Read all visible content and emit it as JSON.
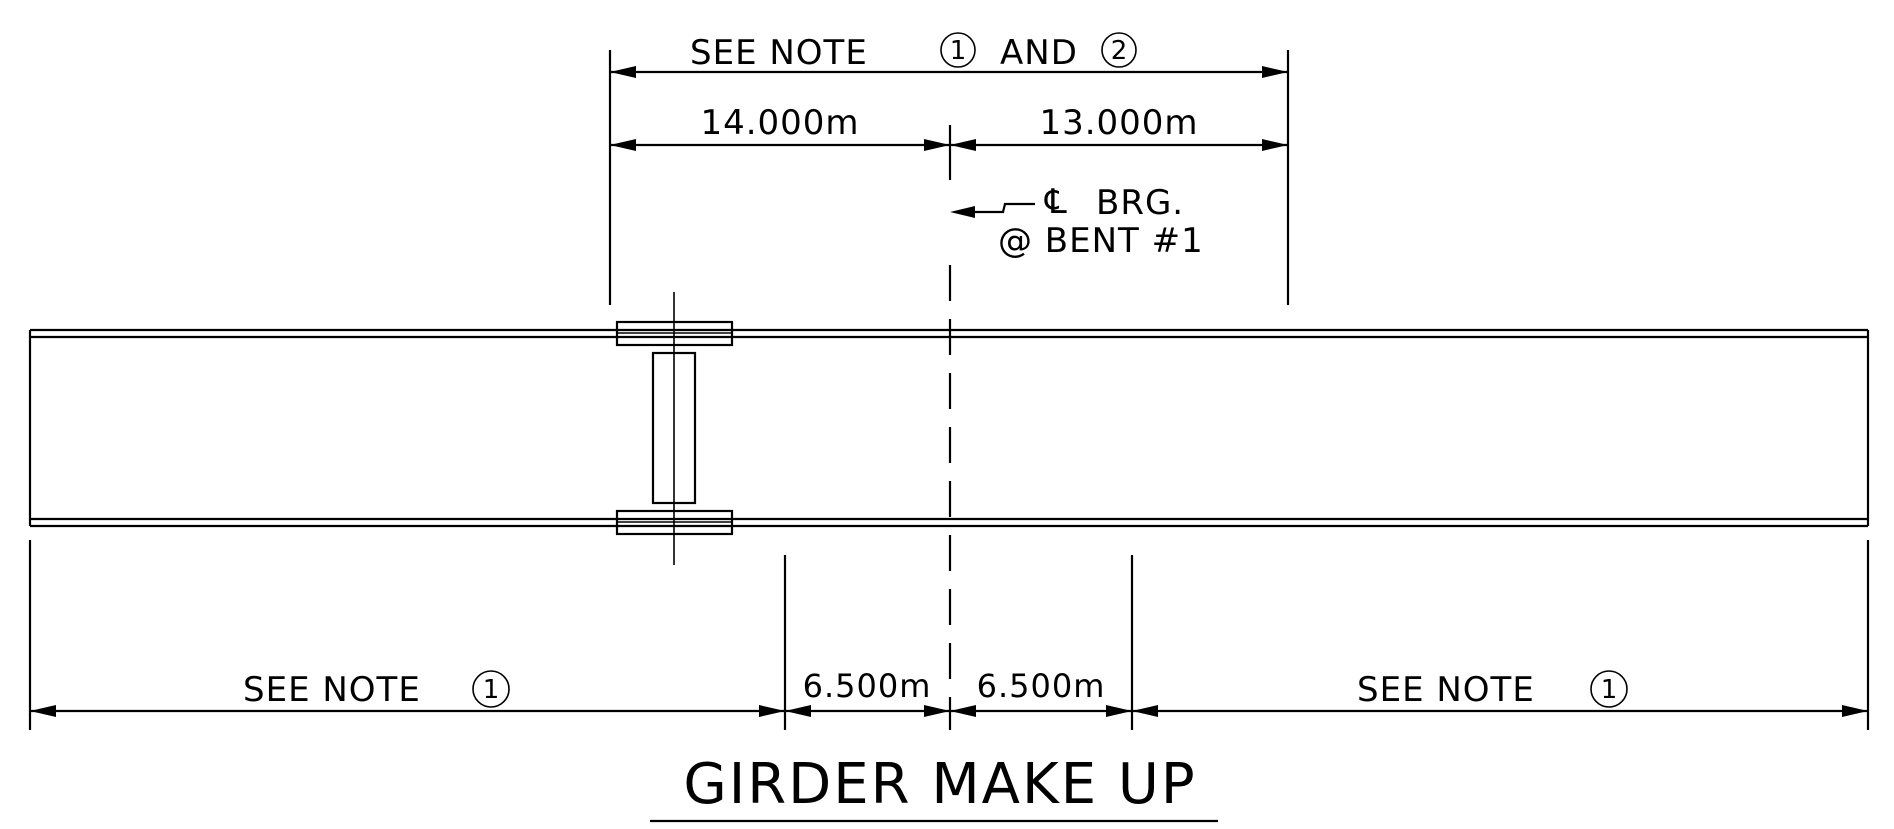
{
  "top_dimension": {
    "text": "SEE NOTE",
    "note_a": "1",
    "conjunction": "AND",
    "note_b": "2"
  },
  "left_span": "14.000m",
  "right_span": "13.000m",
  "bearing_label": {
    "symbol": "℄",
    "line1": "BRG.",
    "line2": "@ BENT #1"
  },
  "bottom_dimensions": {
    "left_text": "SEE NOTE",
    "left_note": "1",
    "center_left": "6.500m",
    "center_right": "6.500m",
    "right_text": "SEE NOTE",
    "right_note": "1"
  },
  "title": "GIRDER MAKE UP"
}
